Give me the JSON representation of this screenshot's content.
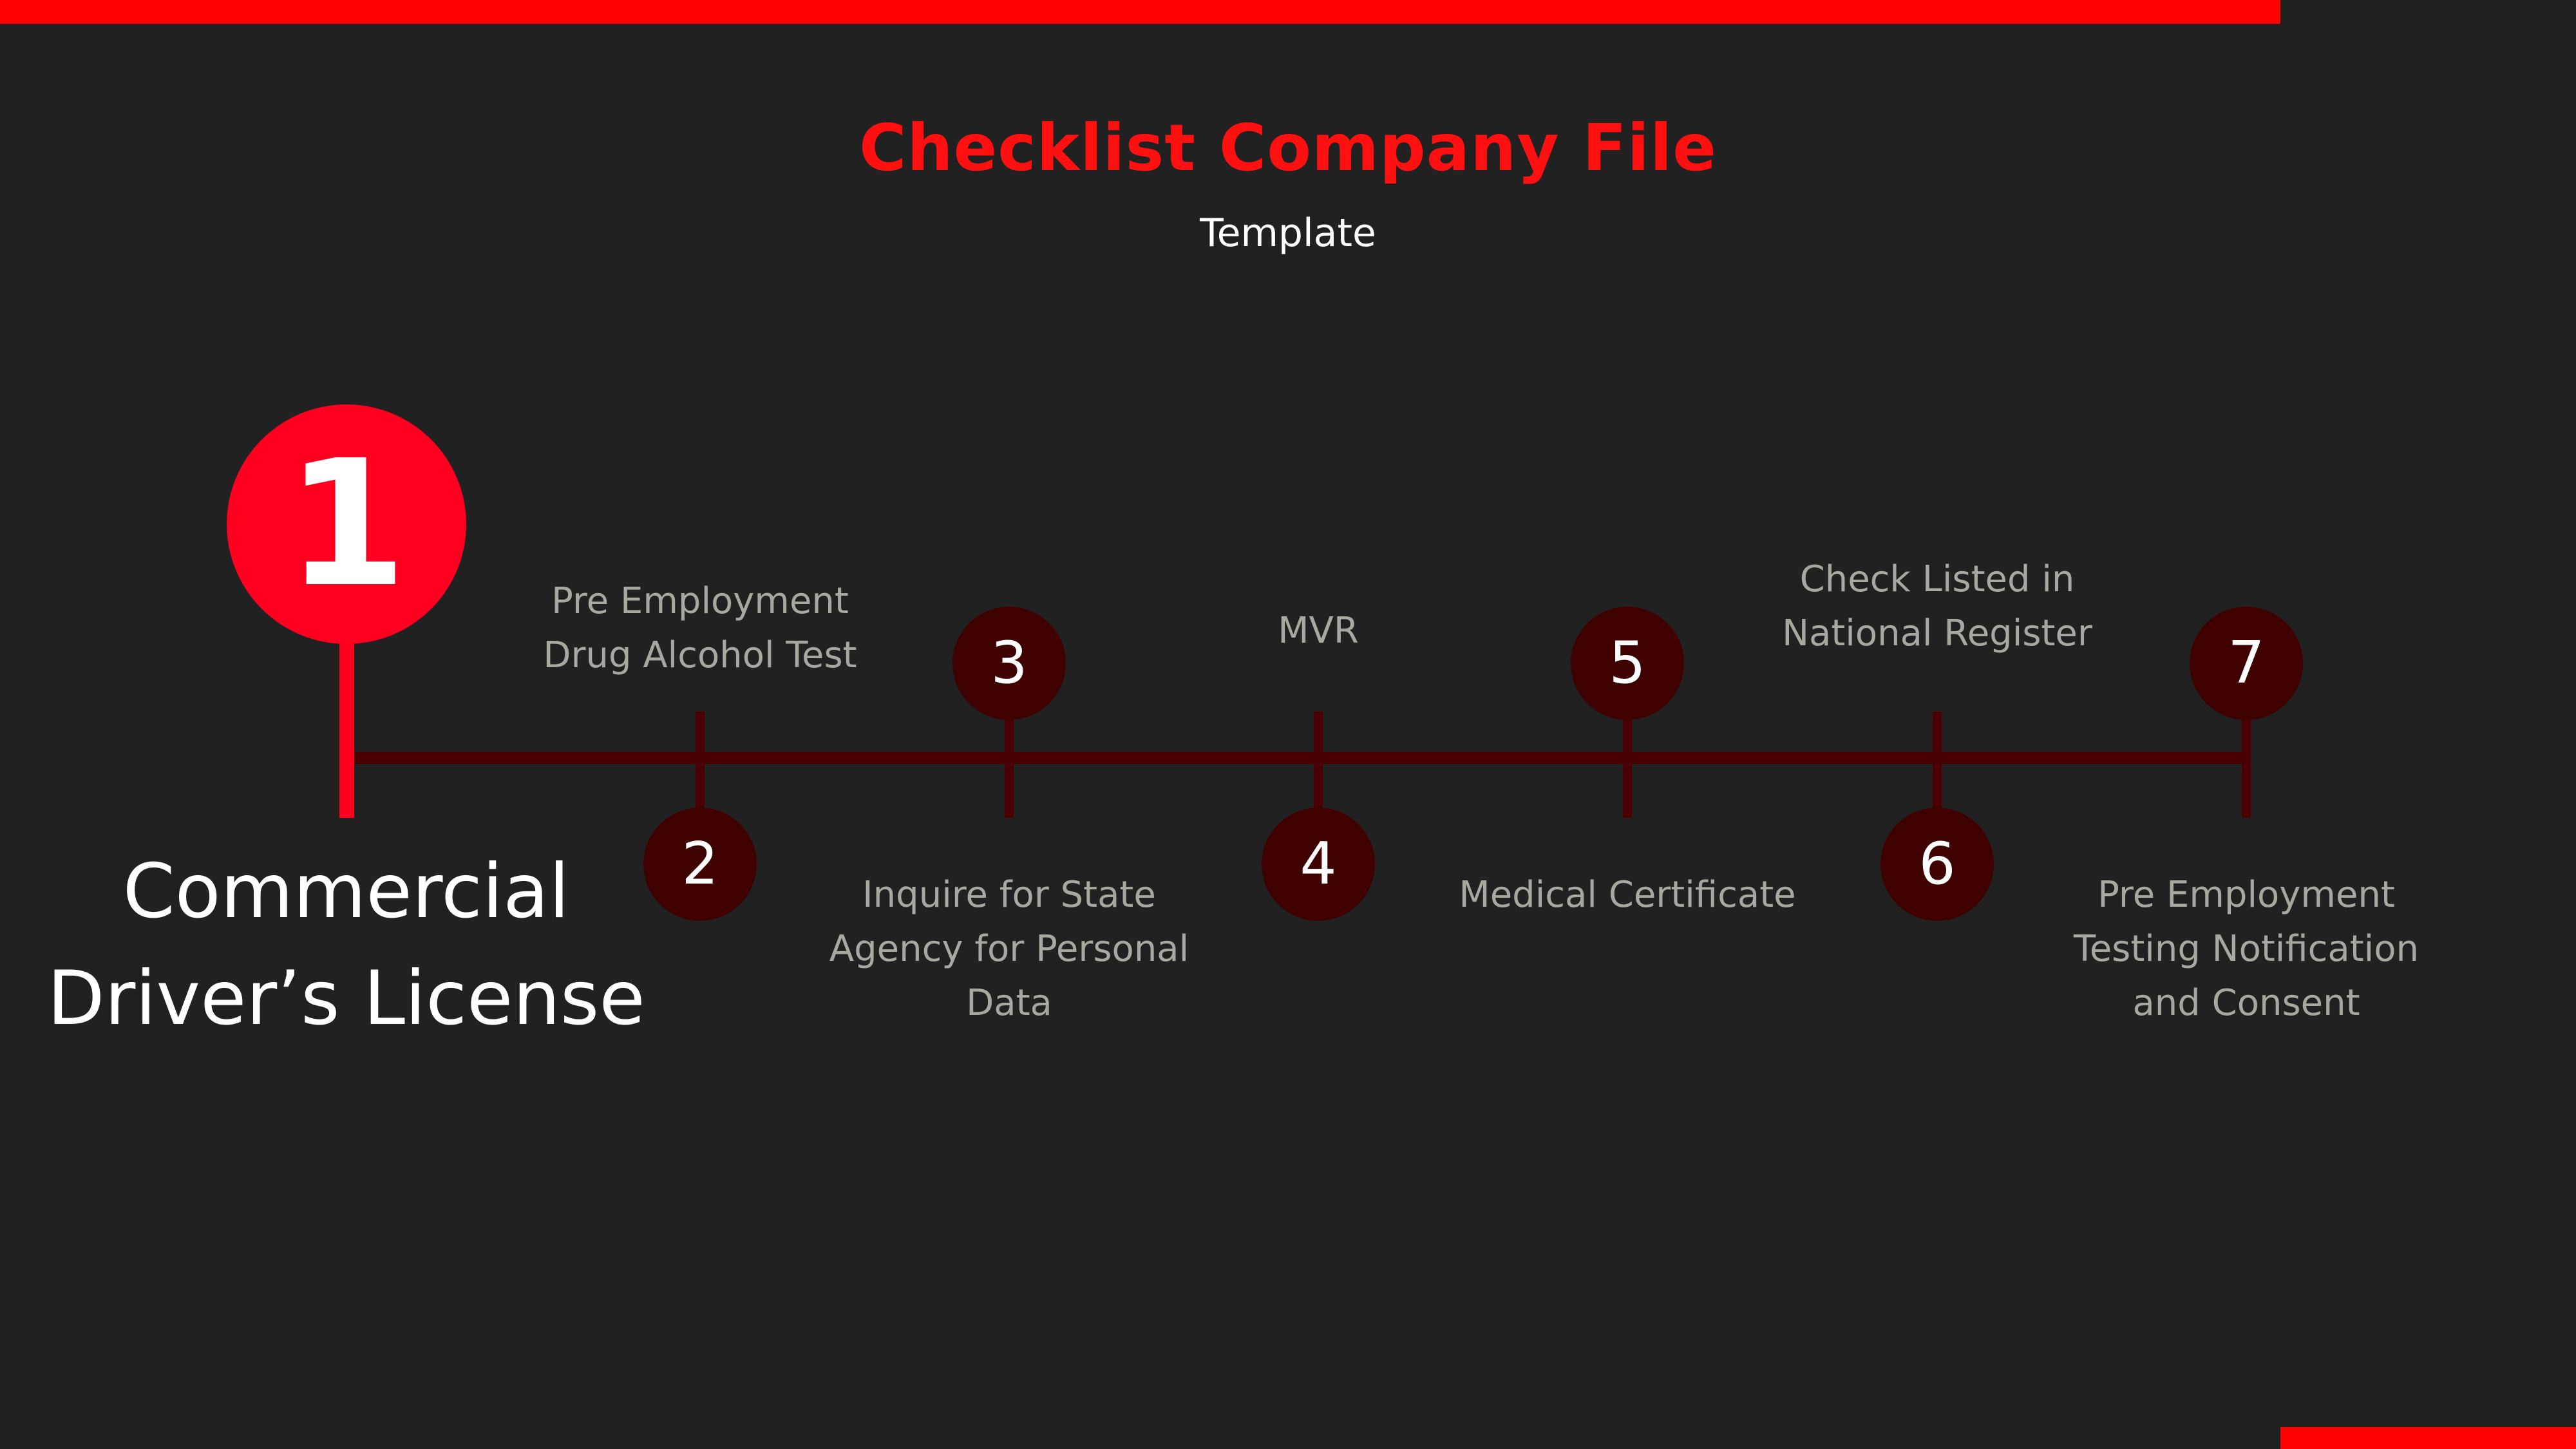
{
  "title": "Checklist Company File",
  "subtitle": "Template",
  "main_step": {
    "number": "1",
    "label_line1": "Commercial",
    "label_line2": "Driver’s License"
  },
  "steps": [
    {
      "number": "2",
      "label_line1": "Pre Employment",
      "label_line2": "Drug Alcohol Test",
      "label_line3": ""
    },
    {
      "number": "3",
      "label_line1": "Inquire for State",
      "label_line2": "Agency for Personal",
      "label_line3": "Data"
    },
    {
      "number": "4",
      "label_line1": "MVR",
      "label_line2": "",
      "label_line3": ""
    },
    {
      "number": "5",
      "label_line1": "Medical Certificate",
      "label_line2": "",
      "label_line3": ""
    },
    {
      "number": "6",
      "label_line1": "Check Listed in",
      "label_line2": "National Register",
      "label_line3": ""
    },
    {
      "number": "7",
      "label_line1": "Pre Employment",
      "label_line2": "Testing Notification",
      "label_line3": "and Consent"
    }
  ],
  "colors": {
    "background": "#212121",
    "accent": "#ff0000",
    "step_circle": "#3f0000",
    "timeline": "#4a0000",
    "label_text": "#a8a8a0"
  }
}
